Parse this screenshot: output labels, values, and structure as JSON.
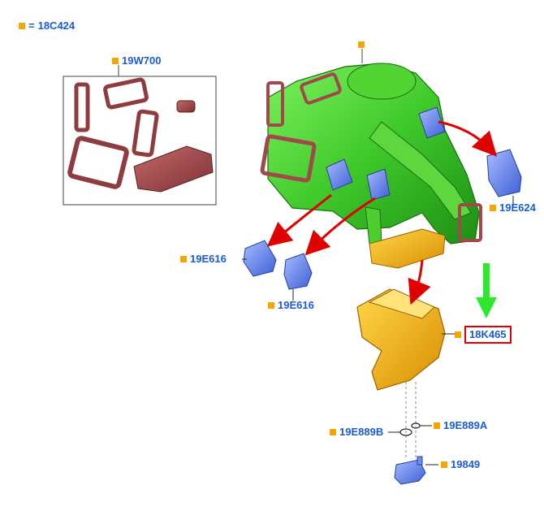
{
  "legend": {
    "equals": "=",
    "code": "18C424"
  },
  "labels": {
    "kit": "19W700",
    "actuator_right": "19E624",
    "actuator_left_a": "19E616",
    "actuator_left_b": "19E616",
    "lower_housing": "18K465",
    "gasket_b": "19E889B",
    "gasket_a": "19E889A",
    "sensor": "19849"
  },
  "colors": {
    "marker": "#f6a600",
    "label_text": "#1a5bd6",
    "housing_green": "#3ec82a",
    "seal_brown": "#a0484a",
    "actuator_blue": "#5b7fe6",
    "housing_orange": "#f5b316",
    "arrow_red": "#e00000",
    "arrow_green": "#2ee82e",
    "highlight_box": "#e00000"
  },
  "icons": [
    "square-marker-icon",
    "red-arrow-icon",
    "green-arrow-icon"
  ]
}
